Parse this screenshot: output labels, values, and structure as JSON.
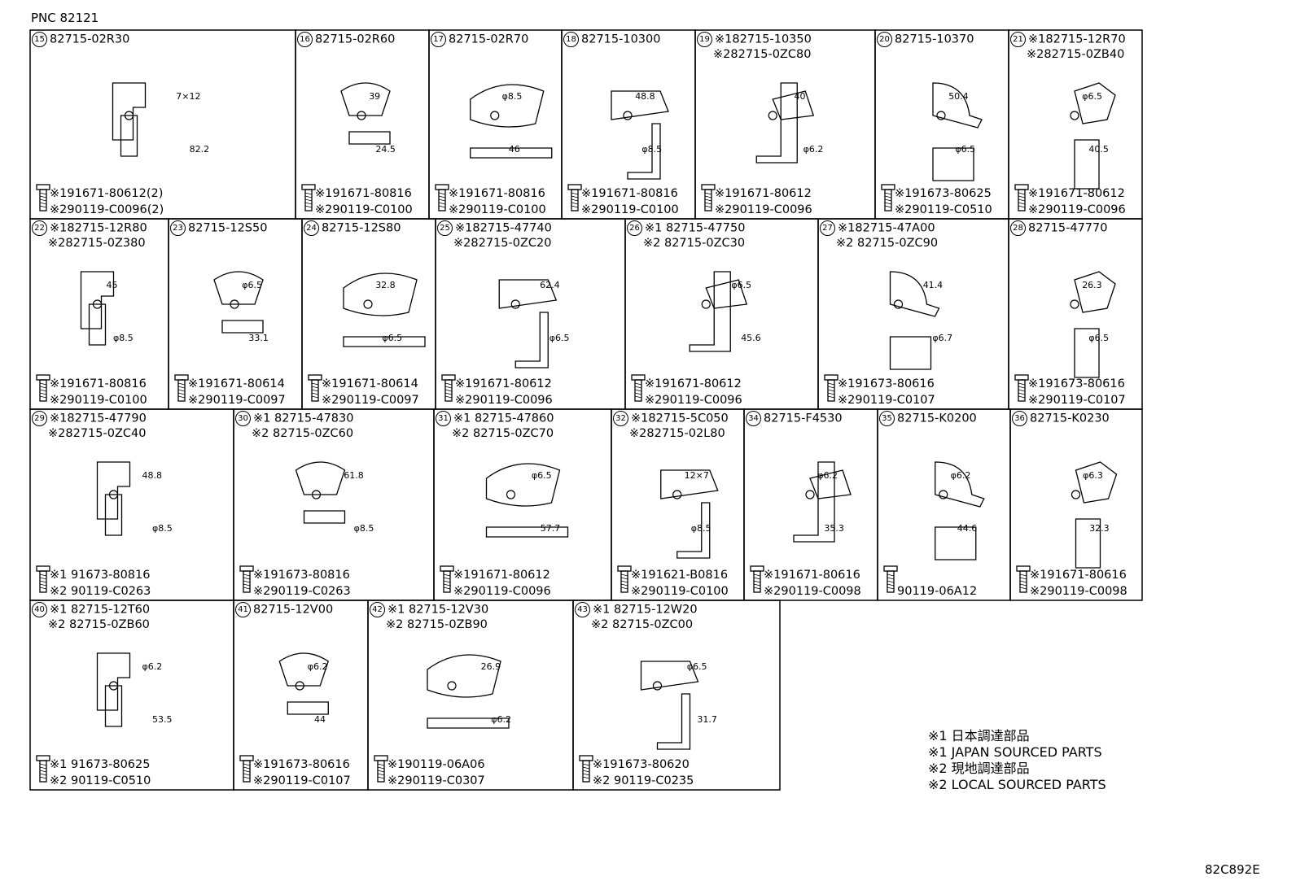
{
  "pnc": "PNC 82121",
  "doc_id": "82C892E",
  "legend": [
    "※1 日本調達部品",
    "※1 JAPAN SOURCED PARTS",
    "※2 現地調達部品",
    "※2 LOCAL SOURCED PARTS"
  ],
  "cells": [
    {
      "num": "15",
      "parts": [
        "82715-02R30"
      ],
      "fasteners": [
        "※191671-80612(2)",
        "※290119-C0096(2)"
      ],
      "dims": [
        "7×12",
        "82.2"
      ]
    },
    {
      "num": "16",
      "parts": [
        "82715-02R60"
      ],
      "fasteners": [
        "※191671-80816",
        "※290119-C0100"
      ],
      "dims": [
        "39",
        "24.5"
      ]
    },
    {
      "num": "17",
      "parts": [
        "82715-02R70"
      ],
      "fasteners": [
        "※191671-80816",
        "※290119-C0100"
      ],
      "dims": [
        "φ8.5",
        "46"
      ]
    },
    {
      "num": "18",
      "parts": [
        "82715-10300"
      ],
      "fasteners": [
        "※191671-80816",
        "※290119-C0100"
      ],
      "dims": [
        "48.8",
        "φ8.5"
      ]
    },
    {
      "num": "19",
      "parts": [
        "※182715-10350",
        "※282715-0ZC80"
      ],
      "fasteners": [
        "※191671-80612",
        "※290119-C0096"
      ],
      "dims": [
        "40",
        "φ6.2"
      ]
    },
    {
      "num": "20",
      "parts": [
        "82715-10370"
      ],
      "fasteners": [
        "※191673-80625",
        "※290119-C0510"
      ],
      "dims": [
        "50.4",
        "φ6.5"
      ]
    },
    {
      "num": "21",
      "parts": [
        "※182715-12R70",
        "※282715-0ZB40"
      ],
      "fasteners": [
        "※191671-80612",
        "※290119-C0096"
      ],
      "dims": [
        "φ6.5",
        "40.5"
      ]
    },
    {
      "num": "22",
      "parts": [
        "※182715-12R80",
        "※282715-0Z380"
      ],
      "fasteners": [
        "※191671-80816",
        "※290119-C0100"
      ],
      "dims": [
        "45",
        "φ8.5"
      ]
    },
    {
      "num": "23",
      "parts": [
        "82715-12S50"
      ],
      "fasteners": [
        "※191671-80614",
        "※290119-C0097"
      ],
      "dims": [
        "φ6.5",
        "33.1"
      ]
    },
    {
      "num": "24",
      "parts": [
        "82715-12S80"
      ],
      "fasteners": [
        "※191671-80614",
        "※290119-C0097"
      ],
      "dims": [
        "32.8",
        "φ6.5"
      ]
    },
    {
      "num": "25",
      "parts": [
        "※182715-47740",
        "※282715-0ZC20"
      ],
      "fasteners": [
        "※191671-80612",
        "※290119-C0096"
      ],
      "dims": [
        "62.4",
        "φ6.5"
      ]
    },
    {
      "num": "26",
      "parts": [
        "※1 82715-47750",
        "※2 82715-0ZC30"
      ],
      "fasteners": [
        "※191671-80612",
        "※290119-C0096"
      ],
      "dims": [
        "φ6.5",
        "45.6"
      ]
    },
    {
      "num": "27",
      "parts": [
        "※182715-47A00",
        "※2 82715-0ZC90"
      ],
      "fasteners": [
        "※191673-80616",
        "※290119-C0107"
      ],
      "dims": [
        "41.4",
        "φ6.7"
      ]
    },
    {
      "num": "28",
      "parts": [
        "82715-47770"
      ],
      "fasteners": [
        "※191673-80616",
        "※290119-C0107"
      ],
      "dims": [
        "26.3",
        "φ6.5"
      ]
    },
    {
      "num": "29",
      "parts": [
        "※182715-47790",
        "※282715-0ZC40"
      ],
      "fasteners": [
        "※1 91673-80816",
        "※2 90119-C0263"
      ],
      "dims": [
        "48.8",
        "φ8.5"
      ]
    },
    {
      "num": "30",
      "parts": [
        "※1 82715-47830",
        "※2 82715-0ZC60"
      ],
      "fasteners": [
        "※191673-80816",
        "※290119-C0263"
      ],
      "dims": [
        "61.8",
        "φ8.5"
      ]
    },
    {
      "num": "31",
      "parts": [
        "※1 82715-47860",
        "※2 82715-0ZC70"
      ],
      "fasteners": [
        "※191671-80612",
        "※290119-C0096"
      ],
      "dims": [
        "φ6.5",
        "57.7"
      ]
    },
    {
      "num": "32",
      "parts": [
        "※182715-5C050",
        "※282715-02L80"
      ],
      "fasteners": [
        "※191621-B0816",
        "※290119-C0100"
      ],
      "dims": [
        "12×7",
        "φ8.5"
      ]
    },
    {
      "num": "34",
      "parts": [
        "82715-F4530"
      ],
      "fasteners": [
        "※191671-80616",
        "※290119-C0098"
      ],
      "dims": [
        "φ6.2",
        "35.3"
      ]
    },
    {
      "num": "35",
      "parts": [
        "82715-K0200"
      ],
      "fasteners": [
        "90119-06A12"
      ],
      "dims": [
        "φ6.2",
        "44.6"
      ]
    },
    {
      "num": "36",
      "parts": [
        "82715-K0230"
      ],
      "fasteners": [
        "※191671-80616",
        "※290119-C0098"
      ],
      "dims": [
        "φ6.3",
        "32.3"
      ]
    },
    {
      "num": "40",
      "parts": [
        "※1 82715-12T60",
        "※2 82715-0ZB60"
      ],
      "fasteners": [
        "※1 91673-80625",
        "※2 90119-C0510"
      ],
      "dims": [
        "φ6.2",
        "53.5"
      ]
    },
    {
      "num": "41",
      "parts": [
        "82715-12V00"
      ],
      "fasteners": [
        "※191673-80616",
        "※290119-C0107"
      ],
      "dims": [
        "φ6.2",
        "44"
      ]
    },
    {
      "num": "42",
      "parts": [
        "※1 82715-12V30",
        "※2 82715-0ZB90"
      ],
      "fasteners": [
        "※190119-06A06",
        "※290119-C0307"
      ],
      "dims": [
        "26.9",
        "φ6.2"
      ]
    },
    {
      "num": "43",
      "parts": [
        "※1 82715-12W20",
        "※2 82715-0ZC00"
      ],
      "fasteners": [
        "※191673-80620",
        "※2 90119-C0235"
      ],
      "dims": [
        "φ6.5",
        "31.7"
      ]
    }
  ]
}
